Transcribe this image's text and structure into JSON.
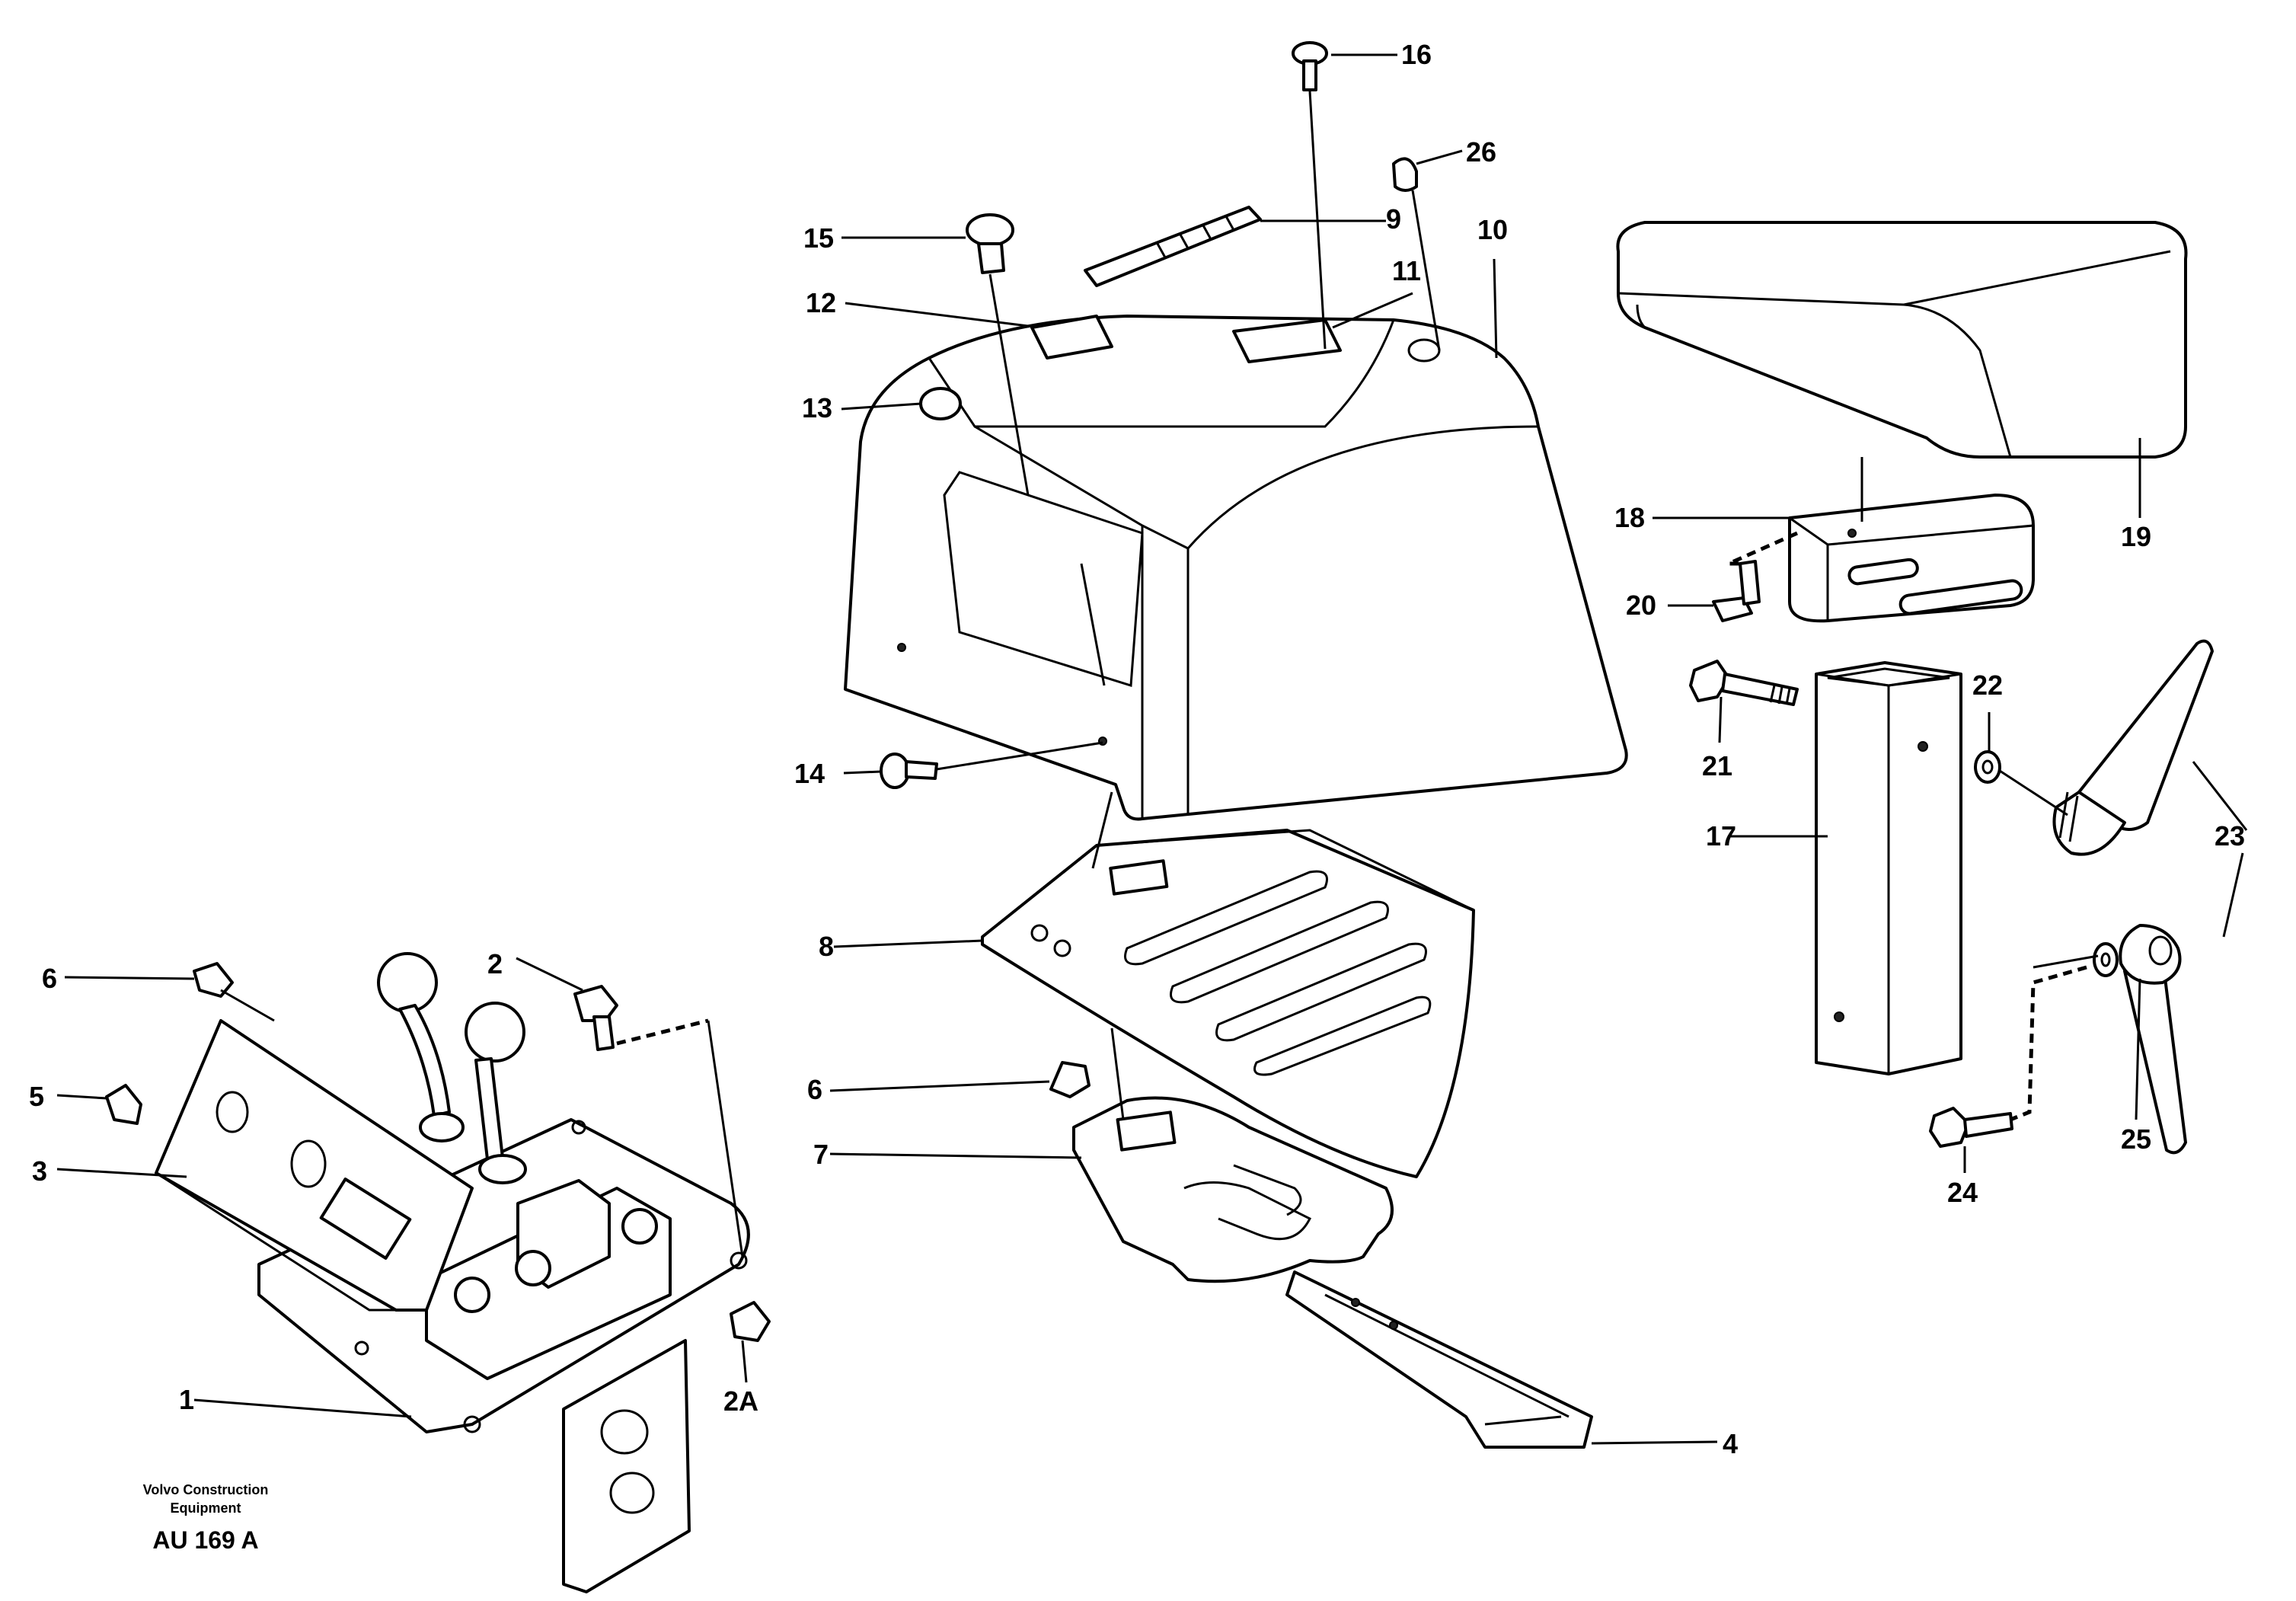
{
  "diagram": {
    "labels": {
      "l1": "1",
      "l2": "2",
      "l2a": "2A",
      "l3": "3",
      "l4": "4",
      "l5": "5",
      "l6a": "6",
      "l6b": "6",
      "l7": "7",
      "l8": "8",
      "l9": "9",
      "l10": "10",
      "l11": "11",
      "l12": "12",
      "l13": "13",
      "l14": "14",
      "l15": "15",
      "l16": "16",
      "l17": "17",
      "l18": "18",
      "l19": "19",
      "l20": "20",
      "l21": "21",
      "l22": "22",
      "l23": "23",
      "l24": "24",
      "l25": "25",
      "l26": "26"
    },
    "caption": {
      "line1": "Volvo Construction",
      "line2": "Equipment",
      "code": "AU 169 A"
    }
  }
}
